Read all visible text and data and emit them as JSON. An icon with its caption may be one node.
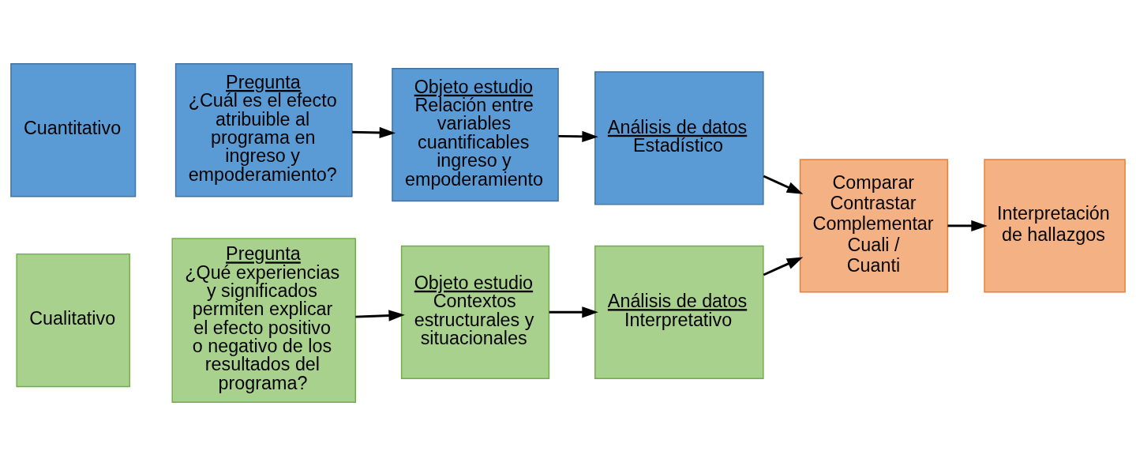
{
  "diagram": {
    "nodes": [
      {
        "text": [
          "Cuantitativo"
        ]
      },
      {
        "text": [
          "Pregunta",
          "¿Cuál es el efecto atribuible al programa en ingreso y empoderamiento?"
        ]
      },
      {
        "text": [
          "Objeto estudio",
          "Relación entre variables cuantificables ingreso y empoderamiento"
        ]
      },
      {
        "text": [
          "Análisis de datos",
          "Estadístico"
        ]
      },
      {
        "text": [
          "Cualitativo"
        ]
      },
      {
        "text": [
          "Pregunta",
          "¿Qué experiencias y significados permiten explicar el efecto positivo o negativo de los resultados del programa?"
        ]
      },
      {
        "text": [
          "Objeto estudio",
          "Contextos estructurales y situacionales"
        ]
      },
      {
        "text": [
          "Análisis de datos",
          "Interpretativo"
        ]
      },
      {
        "text": [
          "Comparar Contrastar Complementar Cuali / Cuanti"
        ]
      },
      {
        "text": [
          "Interpretación de hallazgos"
        ]
      }
    ],
    "edges": [
      {
        "from": 1,
        "to": 2,
        "arrow": "to"
      },
      {
        "from": 2,
        "to": 3,
        "arrow": "to"
      },
      {
        "from": 5,
        "to": 6,
        "arrow": "to"
      },
      {
        "from": 6,
        "to": 7,
        "arrow": "to"
      },
      {
        "from": 3,
        "to": 8,
        "arrow": "to"
      },
      {
        "from": 7,
        "to": 8,
        "arrow": "to"
      },
      {
        "from": 8,
        "to": 9,
        "arrow": "to"
      }
    ]
  }
}
